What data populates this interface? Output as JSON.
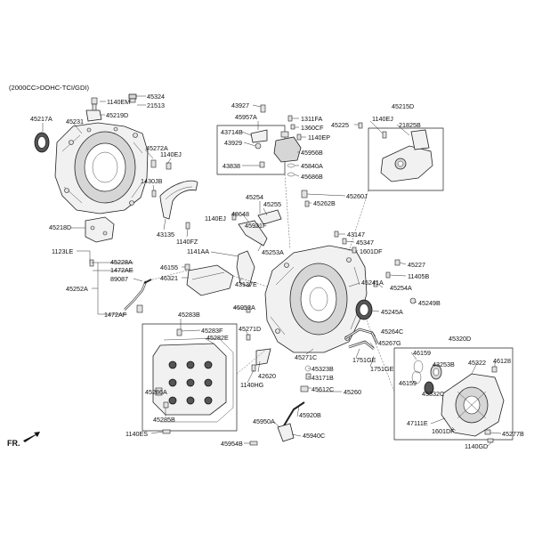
{
  "header": {
    "engine": "(2000CC>DOHC-TCI/GDI)"
  },
  "orientation": {
    "label": "FR."
  },
  "labels": {
    "l1140EM": "1140EM",
    "l45324": "45324",
    "l21513": "21513",
    "l45219D": "45219D",
    "l45217A": "45217A",
    "l45231": "45231",
    "l45272A": "45272A",
    "l1140EJ_a": "1140EJ",
    "l1430JB": "1430JB",
    "l45218D": "45218D",
    "l43135": "43135",
    "l1140FZ": "1140FZ",
    "l1123LE": "1123LE",
    "l45228A": "45228A",
    "l1472AE": "1472AE",
    "l89087": "89087",
    "l45252A": "45252A",
    "l1472AF": "1472AF",
    "l46155": "46155",
    "l46321": "46321",
    "l1141AA": "1141AA",
    "l43137E": "43137E",
    "l43927": "43927",
    "l45957A": "45957A",
    "l43714B": "43714B",
    "l43929": "43929",
    "l43838": "43838",
    "l1311FA": "1311FA",
    "l1360CF": "1360CF",
    "l1140EP": "1140EP",
    "l45956B": "45956B",
    "l45840A": "45840A",
    "l45686B": "45686B",
    "l45254": "45254",
    "l45255": "45255",
    "l1140EJ_b": "1140EJ",
    "l48648": "48648",
    "l45931F": "45931F",
    "l45253A": "45253A",
    "l45260J": "45260J",
    "l45262B": "45262B",
    "l43147": "43147",
    "l45347": "45347",
    "l1601DF_a": "1601DF",
    "l45227": "45227",
    "l11405B": "11405B",
    "l45241A": "45241A",
    "l45254A": "45254A",
    "l45249B": "45249B",
    "l45245A": "45245A",
    "l45215D": "45215D",
    "l1140EJ_c": "1140EJ",
    "l21825B": "21825B",
    "l45225": "45225",
    "l45283B": "45283B",
    "l45283F": "45283F",
    "l45282E": "45282E",
    "l45952A": "45952A",
    "l45271D": "45271D",
    "l45286A": "45286A",
    "l45285B": "45285B",
    "l1140ES": "1140ES",
    "l42620": "42620",
    "l1140HG": "1140HG",
    "l45264C": "45264C",
    "l45267G": "45267G",
    "l1751GE_a": "1751GE",
    "l1751GE_b": "1751GE",
    "l45271C": "45271C",
    "l45323B": "45323B",
    "l43171B": "43171B",
    "l45612C": "45612C",
    "l45260": "45260",
    "l45920B": "45920B",
    "l45950A": "45950A",
    "l45940C": "45940C",
    "l45954B": "45954B",
    "l45320D": "45320D",
    "l46159_a": "46159",
    "l43253B": "43253B",
    "l45322": "45322",
    "l46128": "46128",
    "l46159_b": "46159",
    "l45332C": "45332C",
    "l47111E": "47111E",
    "l1601DF_b": "1601DF",
    "l45277B": "45277B",
    "l1140GD": "1140GD"
  }
}
